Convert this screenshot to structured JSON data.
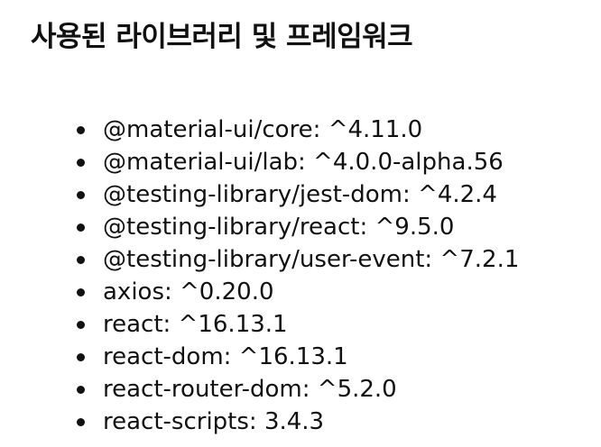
{
  "title": "사용된 라이브러리 및 프레임워크",
  "dependencies": [
    "@material-ui/core: ^4.11.0",
    "@material-ui/lab: ^4.0.0-alpha.56",
    "@testing-library/jest-dom: ^4.2.4",
    "@testing-library/react: ^9.5.0",
    "@testing-library/user-event: ^7.2.1",
    "axios: ^0.20.0",
    "react: ^16.13.1",
    "react-dom: ^16.13.1",
    "react-router-dom: ^5.2.0",
    "react-scripts: 3.4.3"
  ]
}
